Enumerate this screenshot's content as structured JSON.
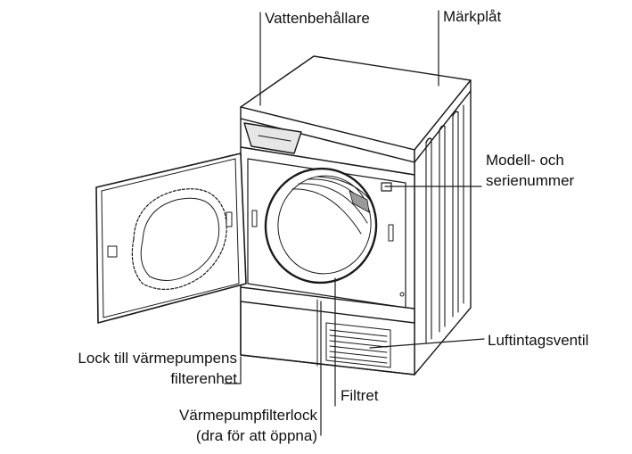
{
  "labels": {
    "water_tank": "Vattenbehållare",
    "rating_plate": "Märkplåt",
    "model_serial": [
      "Modell- och",
      "serienummer"
    ],
    "air_intake_vent": "Luftintagsventil",
    "heat_pump_filter_cover": [
      "Lock till värmepumpens",
      "filterenhet"
    ],
    "filter": "Filtret",
    "heat_pump_filter_lid": [
      "Värmepumpfilterlock",
      "(dra för att öppna)"
    ]
  },
  "colors": {
    "line": "#1a1a1a",
    "fill": "#ffffff",
    "shade": "#d9d9d9",
    "dark": "#8a8a8a"
  }
}
